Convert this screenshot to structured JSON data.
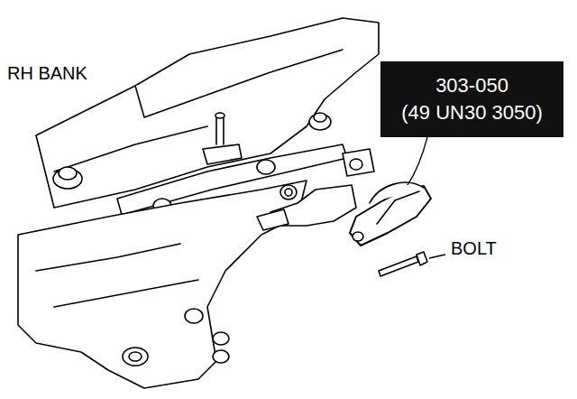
{
  "diagram": {
    "nodes": [
      {
        "text": [
          "303-050",
          "(49 UN30 3050)"
        ]
      }
    ],
    "labels": [
      "RH BANK",
      "BOLT"
    ]
  }
}
